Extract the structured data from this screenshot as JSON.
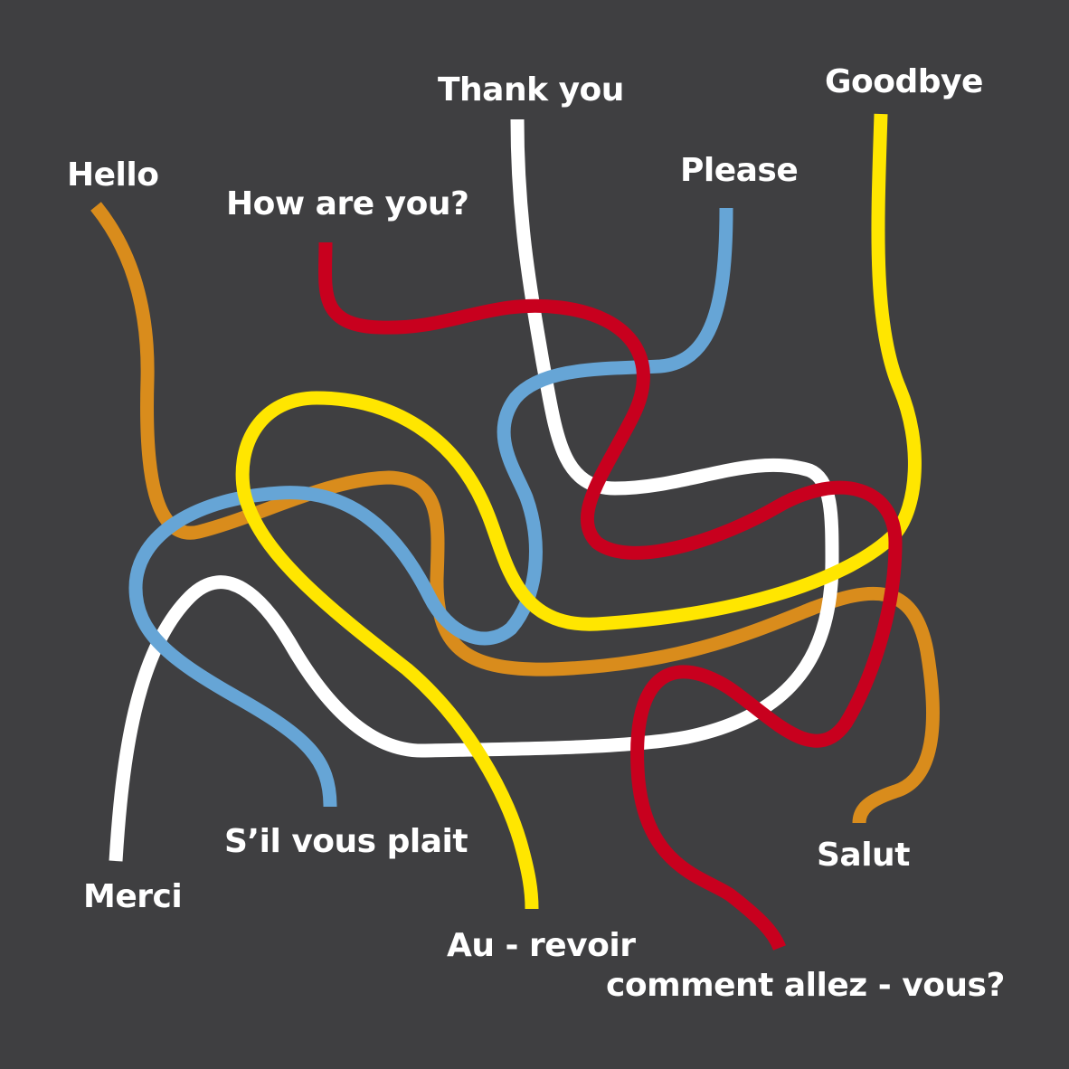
{
  "background": "#3f3f41",
  "colors": {
    "white": "#ffffff",
    "red": "#c8001e",
    "blue": "#66a5d6",
    "yellow": "#ffe600",
    "orange": "#d98c1c"
  },
  "pairs": [
    {
      "id": "hello",
      "english": "Hello",
      "french": "Salut",
      "color": "#d98c1c"
    },
    {
      "id": "thank-you",
      "english": "Thank you",
      "french": "Merci",
      "color": "#ffffff"
    },
    {
      "id": "how-are-you",
      "english": "How are you?",
      "french": "comment allez - vous?",
      "color": "#c8001e"
    },
    {
      "id": "please",
      "english": "Please",
      "french": "S’il vous plait",
      "color": "#66a5d6"
    },
    {
      "id": "goodbye",
      "english": "Goodbye",
      "french": "Au - revoir",
      "color": "#ffe600"
    }
  ]
}
